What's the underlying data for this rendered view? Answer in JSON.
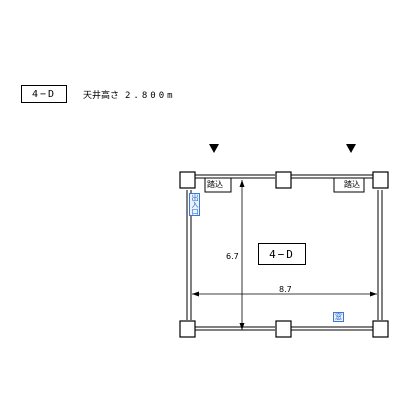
{
  "header": {
    "room_code": "4−D",
    "ceiling_label": "天井高さ",
    "ceiling_value": "2.800m"
  },
  "plan": {
    "room_label": "4−D",
    "dim_depth": "6.7",
    "dim_width": "8.7",
    "step_left": "踏込",
    "step_right": "踏込",
    "entrance_label": "出入口",
    "window_label": "窓"
  }
}
